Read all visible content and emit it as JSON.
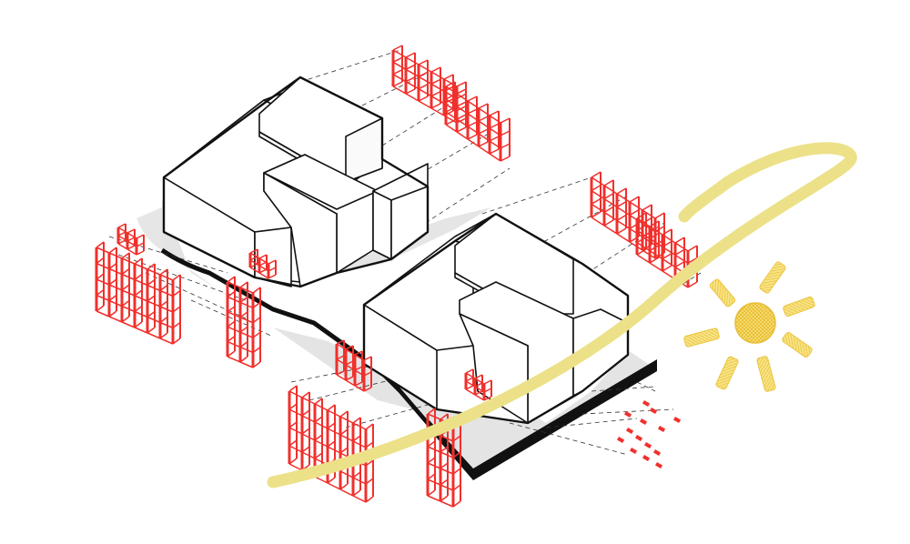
{
  "diagram": {
    "kind": "axonometric-exploded-building-diagram",
    "colors": {
      "background": "#ffffff",
      "line": "#111111",
      "ground": "#e4e4e4",
      "ground_edge": "#111111",
      "scaffold": "#f0302c",
      "sun_path": "#ece188",
      "sun": "#f1cf4a"
    },
    "icons": [
      "sun-icon"
    ],
    "elements": [
      "site-platform-west",
      "site-platform-east",
      "building-block-west",
      "building-block-east",
      "scaffold-frames",
      "dashed-projection-lines",
      "sun-path-arc",
      "sun"
    ]
  }
}
